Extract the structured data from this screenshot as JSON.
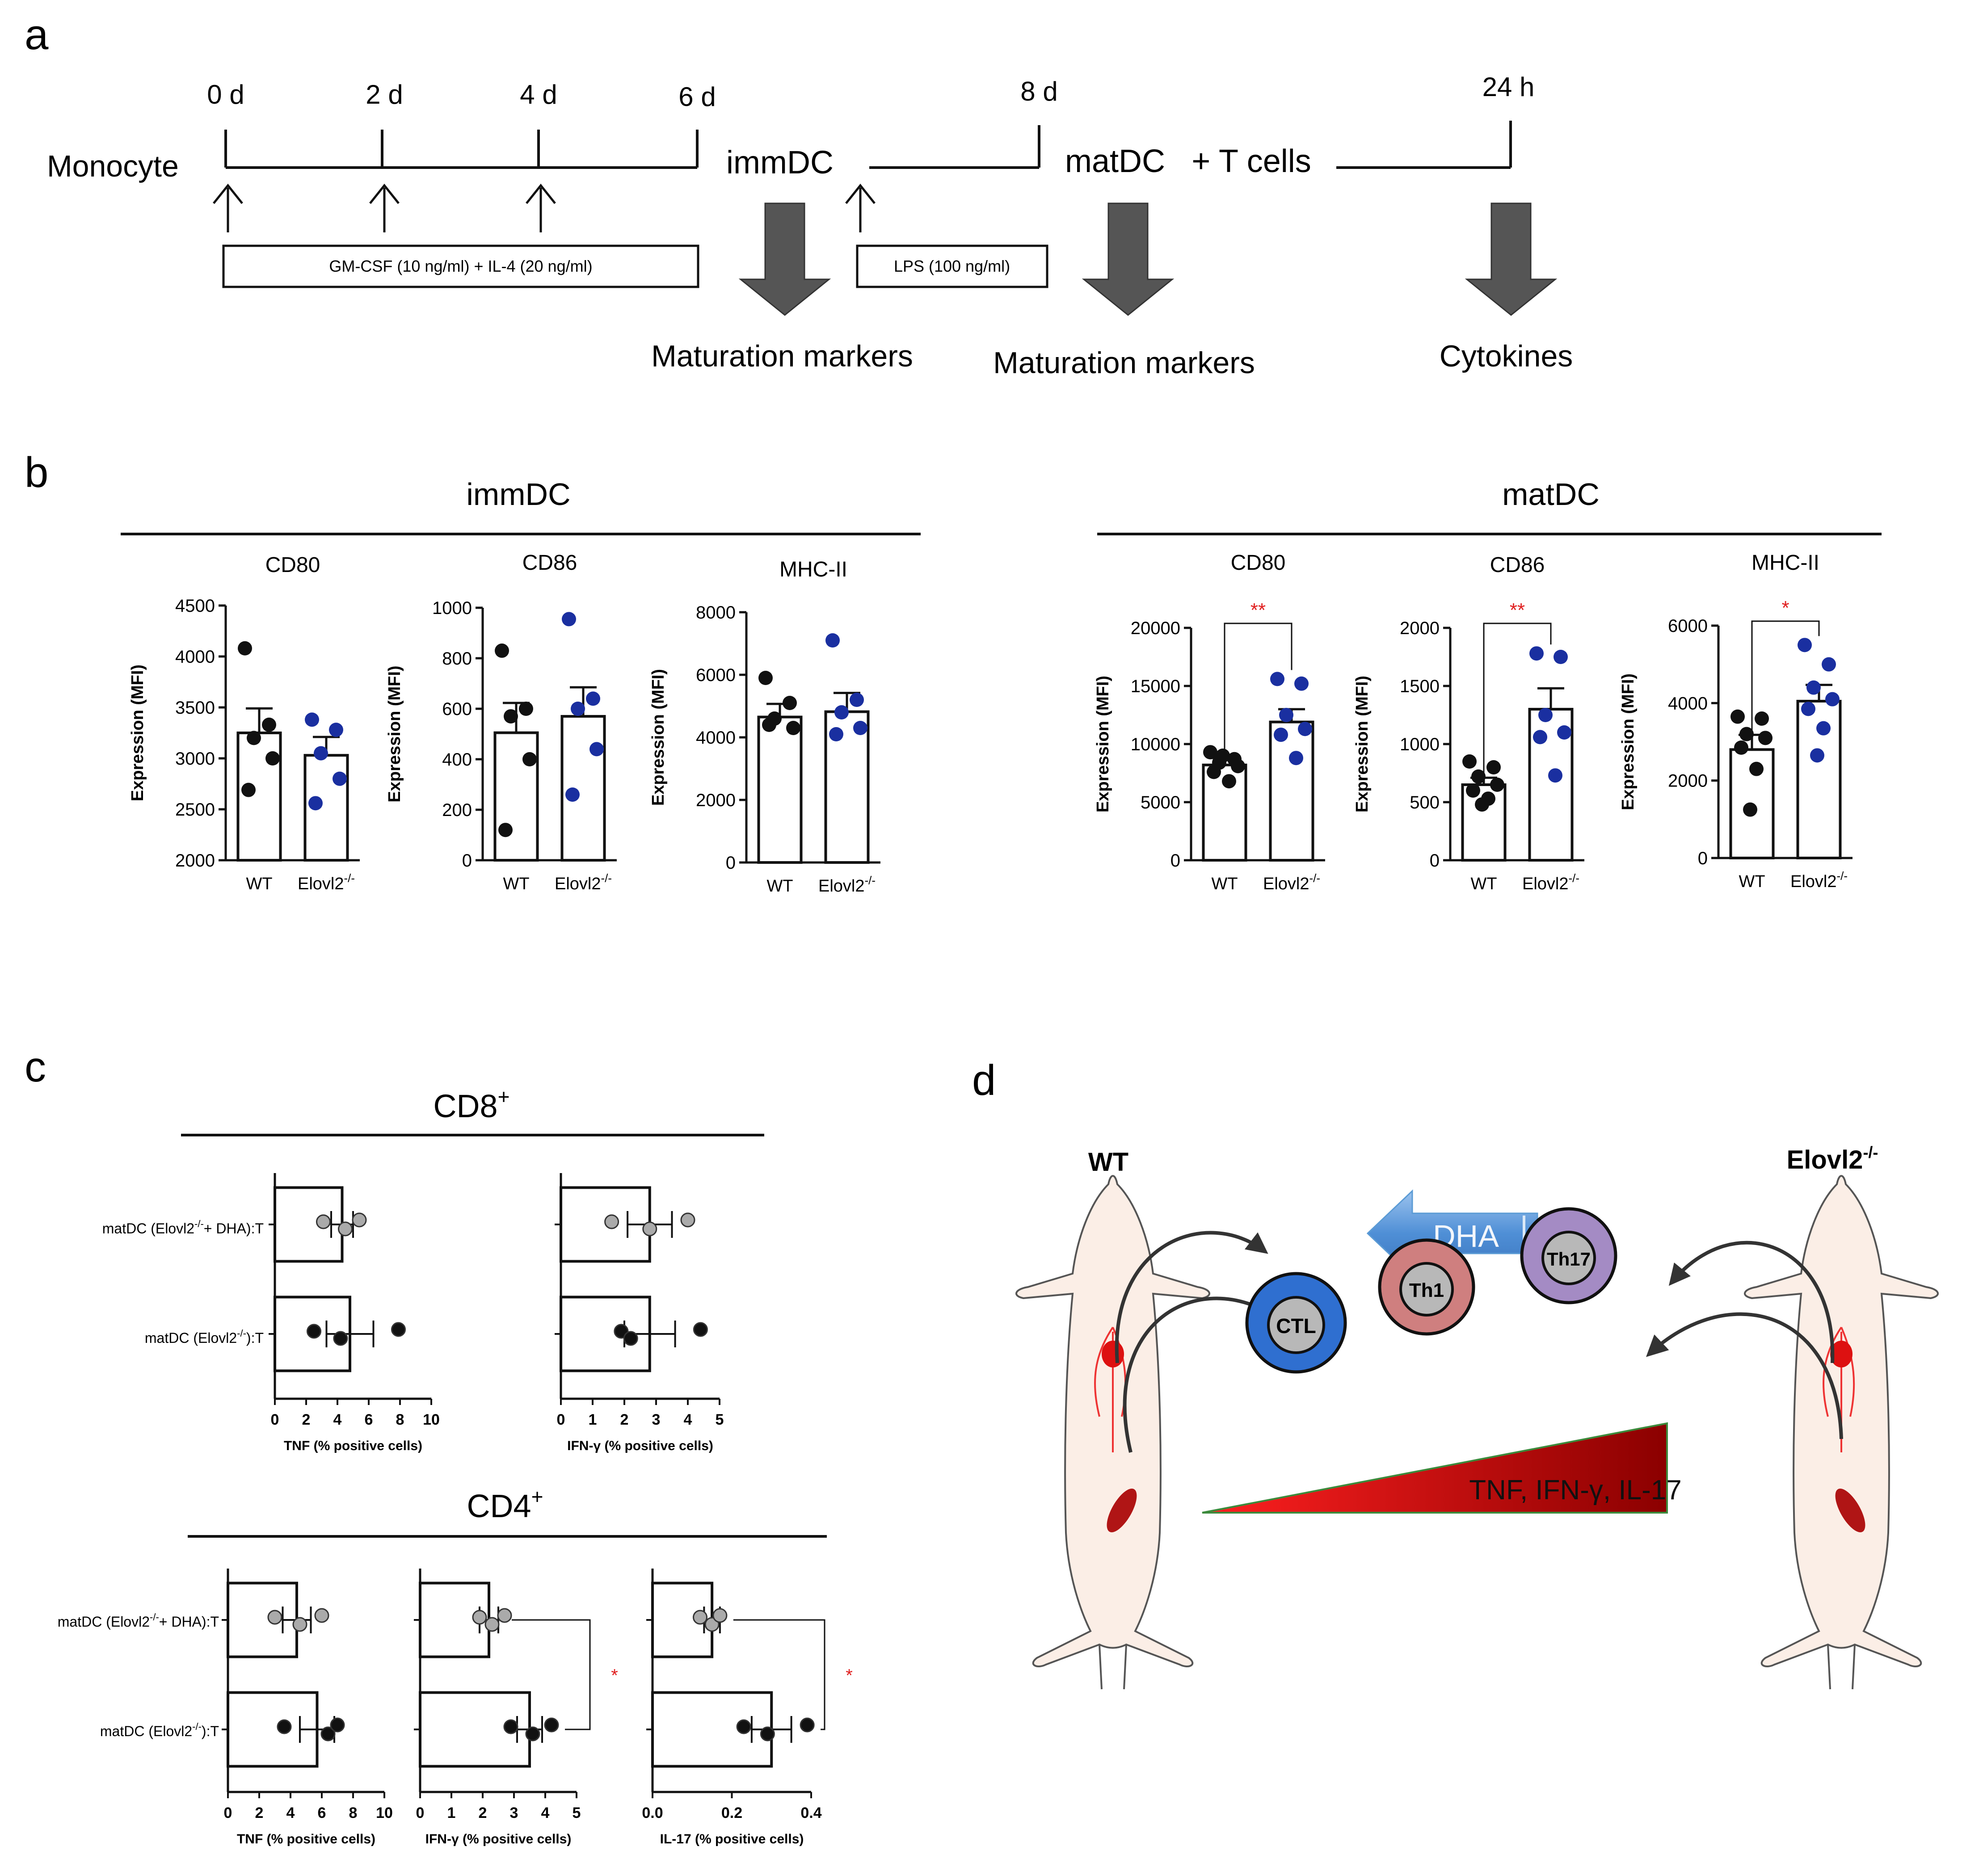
{
  "panel_letters": [
    "a",
    "b",
    "c",
    "d"
  ],
  "timeline": {
    "start_label": "Monocyte",
    "ticks": [
      "0 d",
      "2 d",
      "4 d",
      "6 d",
      "8 d",
      "24 h"
    ],
    "stage_imm": "immDC",
    "stage_mat": "matDC",
    "stage_t": "+ T cells",
    "box_gm": "GM-CSF (10 ng/ml) + IL-4 (20 ng/ml)",
    "box_lps": "LPS (100 ng/ml)",
    "readouts": [
      "Maturation markers",
      "Maturation markers",
      "Cytokines"
    ],
    "colors": {
      "arrow_fill": "#555555",
      "line": "#111111"
    }
  },
  "panel_b": {
    "group_titles": [
      "immDC",
      "matDC"
    ],
    "ylabel": "Expression (MFI)",
    "xcat_wt": "WT",
    "xcat_ko": "Elovl2",
    "xcat_ko_sup": "-/-"
  },
  "panel_c": {
    "cd8_title": "CD8",
    "cd4_title": "CD4",
    "title_sup": "+",
    "rows": [
      {
        "pre": "matDC (Elovl2",
        "sup": "-/-",
        "post": "+ DHA):T"
      },
      {
        "pre": "matDC (Elovl2",
        "sup": "-/-",
        "post": "):T"
      }
    ]
  },
  "panel_d": {
    "wt_label": "WT",
    "ko_label": "Elovl2",
    "ko_sup": "-/-",
    "dha_label": "DHA",
    "cells": [
      "CTL",
      "Th1",
      "Th17"
    ],
    "gradient_label": "TNF, IFN-γ, IL-17",
    "colors": {
      "ctl": "#2f6fd0",
      "th1": "#cf7f7f",
      "th17": "#a48bc4",
      "inner": "#b8b8b8",
      "dha": "#5b9bd5",
      "grad_start": "#ff2020",
      "grad_end": "#8b0000"
    }
  },
  "chart_data": [
    {
      "id": "b-imm-cd80",
      "type": "bar",
      "title": "CD80",
      "ylabel": "Expression (MFI)",
      "categories": [
        "WT",
        "Elovl2-/-"
      ],
      "ylim": [
        2000,
        4500
      ],
      "yticks": [
        2000,
        2500,
        3000,
        3500,
        4000,
        4500
      ],
      "values": [
        3250,
        3030
      ],
      "sem": [
        240,
        180
      ],
      "points": [
        [
          4080,
          3330,
          3200,
          3000,
          2690
        ],
        [
          3380,
          3280,
          3050,
          2800,
          2560
        ]
      ],
      "colors": [
        "#111111",
        "#1a2fa0"
      ]
    },
    {
      "id": "b-imm-cd86",
      "type": "bar",
      "title": "CD86",
      "ylabel": "Expression (MFI)",
      "categories": [
        "WT",
        "Elovl2-/-"
      ],
      "ylim": [
        0,
        1000
      ],
      "yticks": [
        0,
        200,
        400,
        600,
        800,
        1000
      ],
      "values": [
        505,
        570
      ],
      "sem": [
        118,
        115
      ],
      "points": [
        [
          830,
          600,
          570,
          400,
          120
        ],
        [
          955,
          640,
          600,
          440,
          260
        ]
      ],
      "colors": [
        "#111111",
        "#1a2fa0"
      ]
    },
    {
      "id": "b-imm-mhc",
      "type": "bar",
      "title": "MHC-II",
      "ylabel": "Expression (MFI)",
      "categories": [
        "WT",
        "Elovl2-/-"
      ],
      "ylim": [
        0,
        8000
      ],
      "yticks": [
        0,
        2000,
        4000,
        6000,
        8000
      ],
      "values": [
        4650,
        4820
      ],
      "sem": [
        420,
        600
      ],
      "points": [
        [
          5900,
          5100,
          4600,
          4300,
          4400
        ],
        [
          7100,
          5200,
          4800,
          4300,
          4100
        ]
      ],
      "colors": [
        "#111111",
        "#1a2fa0"
      ]
    },
    {
      "id": "b-mat-cd80",
      "type": "bar",
      "title": "CD80",
      "ylabel": "Expression (MFI)",
      "categories": [
        "WT",
        "Elovl2-/-"
      ],
      "ylim": [
        0,
        20000
      ],
      "yticks": [
        0,
        5000,
        10000,
        15000,
        20000
      ],
      "values": [
        8200,
        11900
      ],
      "sem": [
        600,
        1100
      ],
      "points": [
        [
          9300,
          8700,
          8400,
          8100,
          7600,
          6800,
          9000
        ],
        [
          15600,
          15200,
          12500,
          11300,
          10800,
          8800
        ]
      ],
      "colors": [
        "#111111",
        "#1a2fa0"
      ],
      "significance": "**"
    },
    {
      "id": "b-mat-cd86",
      "type": "bar",
      "title": "CD86",
      "ylabel": "Expression (MFI)",
      "categories": [
        "WT",
        "Elovl2-/-"
      ],
      "ylim": [
        0,
        2000
      ],
      "yticks": [
        0,
        500,
        1000,
        1500,
        2000
      ],
      "values": [
        650,
        1300
      ],
      "sem": [
        60,
        180
      ],
      "points": [
        [
          850,
          800,
          720,
          650,
          600,
          530,
          480
        ],
        [
          1780,
          1750,
          1250,
          1100,
          1060,
          730
        ]
      ],
      "colors": [
        "#111111",
        "#1a2fa0"
      ],
      "significance": "**"
    },
    {
      "id": "b-mat-mhc",
      "type": "bar",
      "title": "MHC-II",
      "ylabel": "Expression (MFI)",
      "categories": [
        "WT",
        "Elovl2-/-"
      ],
      "ylim": [
        0,
        6000
      ],
      "yticks": [
        0,
        2000,
        4000,
        6000
      ],
      "values": [
        2800,
        4050
      ],
      "sem": [
        380,
        420
      ],
      "points": [
        [
          3650,
          3600,
          3200,
          3100,
          2850,
          2300,
          1250
        ],
        [
          5500,
          5000,
          4400,
          4100,
          3850,
          3350,
          2650
        ]
      ],
      "colors": [
        "#111111",
        "#1a2fa0"
      ],
      "significance": "*"
    },
    {
      "id": "c-cd8-tnf",
      "type": "bar",
      "orientation": "horizontal",
      "xlabel": "TNF (% positive cells)",
      "categories": [
        "matDC (Elovl2-/-+ DHA):T",
        "matDC (Elovl2-/-):T"
      ],
      "xlim": [
        0,
        10
      ],
      "xticks": [
        0,
        2,
        4,
        6,
        8,
        10
      ],
      "values": [
        4.3,
        4.8
      ],
      "sem": [
        0.7,
        1.5
      ],
      "points": [
        [
          3.1,
          4.5,
          5.4
        ],
        [
          2.5,
          4.2,
          7.9
        ]
      ],
      "colors": [
        "#aaaaaa",
        "#111111"
      ]
    },
    {
      "id": "c-cd8-ifn",
      "type": "bar",
      "orientation": "horizontal",
      "xlabel": "IFN-γ (% positive cells)",
      "categories": [
        "matDC (Elovl2-/-+ DHA):T",
        "matDC (Elovl2-/-):T"
      ],
      "xlim": [
        0,
        5
      ],
      "xticks": [
        0,
        1,
        2,
        3,
        4,
        5
      ],
      "values": [
        2.8,
        2.8
      ],
      "sem": [
        0.7,
        0.8
      ],
      "points": [
        [
          1.6,
          2.8,
          4.0
        ],
        [
          1.9,
          2.2,
          4.4
        ]
      ],
      "colors": [
        "#aaaaaa",
        "#111111"
      ]
    },
    {
      "id": "c-cd4-tnf",
      "type": "bar",
      "orientation": "horizontal",
      "xlabel": "TNF (% positive cells)",
      "categories": [
        "matDC (Elovl2-/-+ DHA):T",
        "matDC (Elovl2-/-):T"
      ],
      "xlim": [
        0,
        10
      ],
      "xticks": [
        0,
        2,
        4,
        6,
        8,
        10
      ],
      "values": [
        4.4,
        5.7
      ],
      "sem": [
        0.9,
        1.1
      ],
      "points": [
        [
          3.0,
          4.6,
          6.0
        ],
        [
          3.6,
          6.4,
          7.0
        ]
      ],
      "colors": [
        "#aaaaaa",
        "#111111"
      ]
    },
    {
      "id": "c-cd4-ifn",
      "type": "bar",
      "orientation": "horizontal",
      "xlabel": "IFN-γ (% positive cells)",
      "categories": [
        "matDC (Elovl2-/-+ DHA):T",
        "matDC (Elovl2-/-):T"
      ],
      "xlim": [
        0,
        5
      ],
      "xticks": [
        0,
        1,
        2,
        3,
        4,
        5
      ],
      "values": [
        2.2,
        3.5
      ],
      "sem": [
        0.3,
        0.4
      ],
      "points": [
        [
          1.9,
          2.3,
          2.7
        ],
        [
          2.9,
          3.6,
          4.2
        ]
      ],
      "colors": [
        "#aaaaaa",
        "#111111"
      ],
      "significance": "*"
    },
    {
      "id": "c-cd4-il17",
      "type": "bar",
      "orientation": "horizontal",
      "xlabel": "IL-17 (% positive cells)",
      "categories": [
        "matDC (Elovl2-/-+ DHA):T",
        "matDC (Elovl2-/-):T"
      ],
      "xlim": [
        0,
        0.4
      ],
      "xticks": [
        0,
        0.2,
        0.4
      ],
      "xtick_labels": [
        "0.0",
        "0.2",
        "0.4"
      ],
      "values": [
        0.15,
        0.3
      ],
      "sem": [
        0.02,
        0.05
      ],
      "points": [
        [
          0.12,
          0.15,
          0.17
        ],
        [
          0.23,
          0.29,
          0.39
        ]
      ],
      "colors": [
        "#aaaaaa",
        "#111111"
      ],
      "significance": "*"
    }
  ]
}
